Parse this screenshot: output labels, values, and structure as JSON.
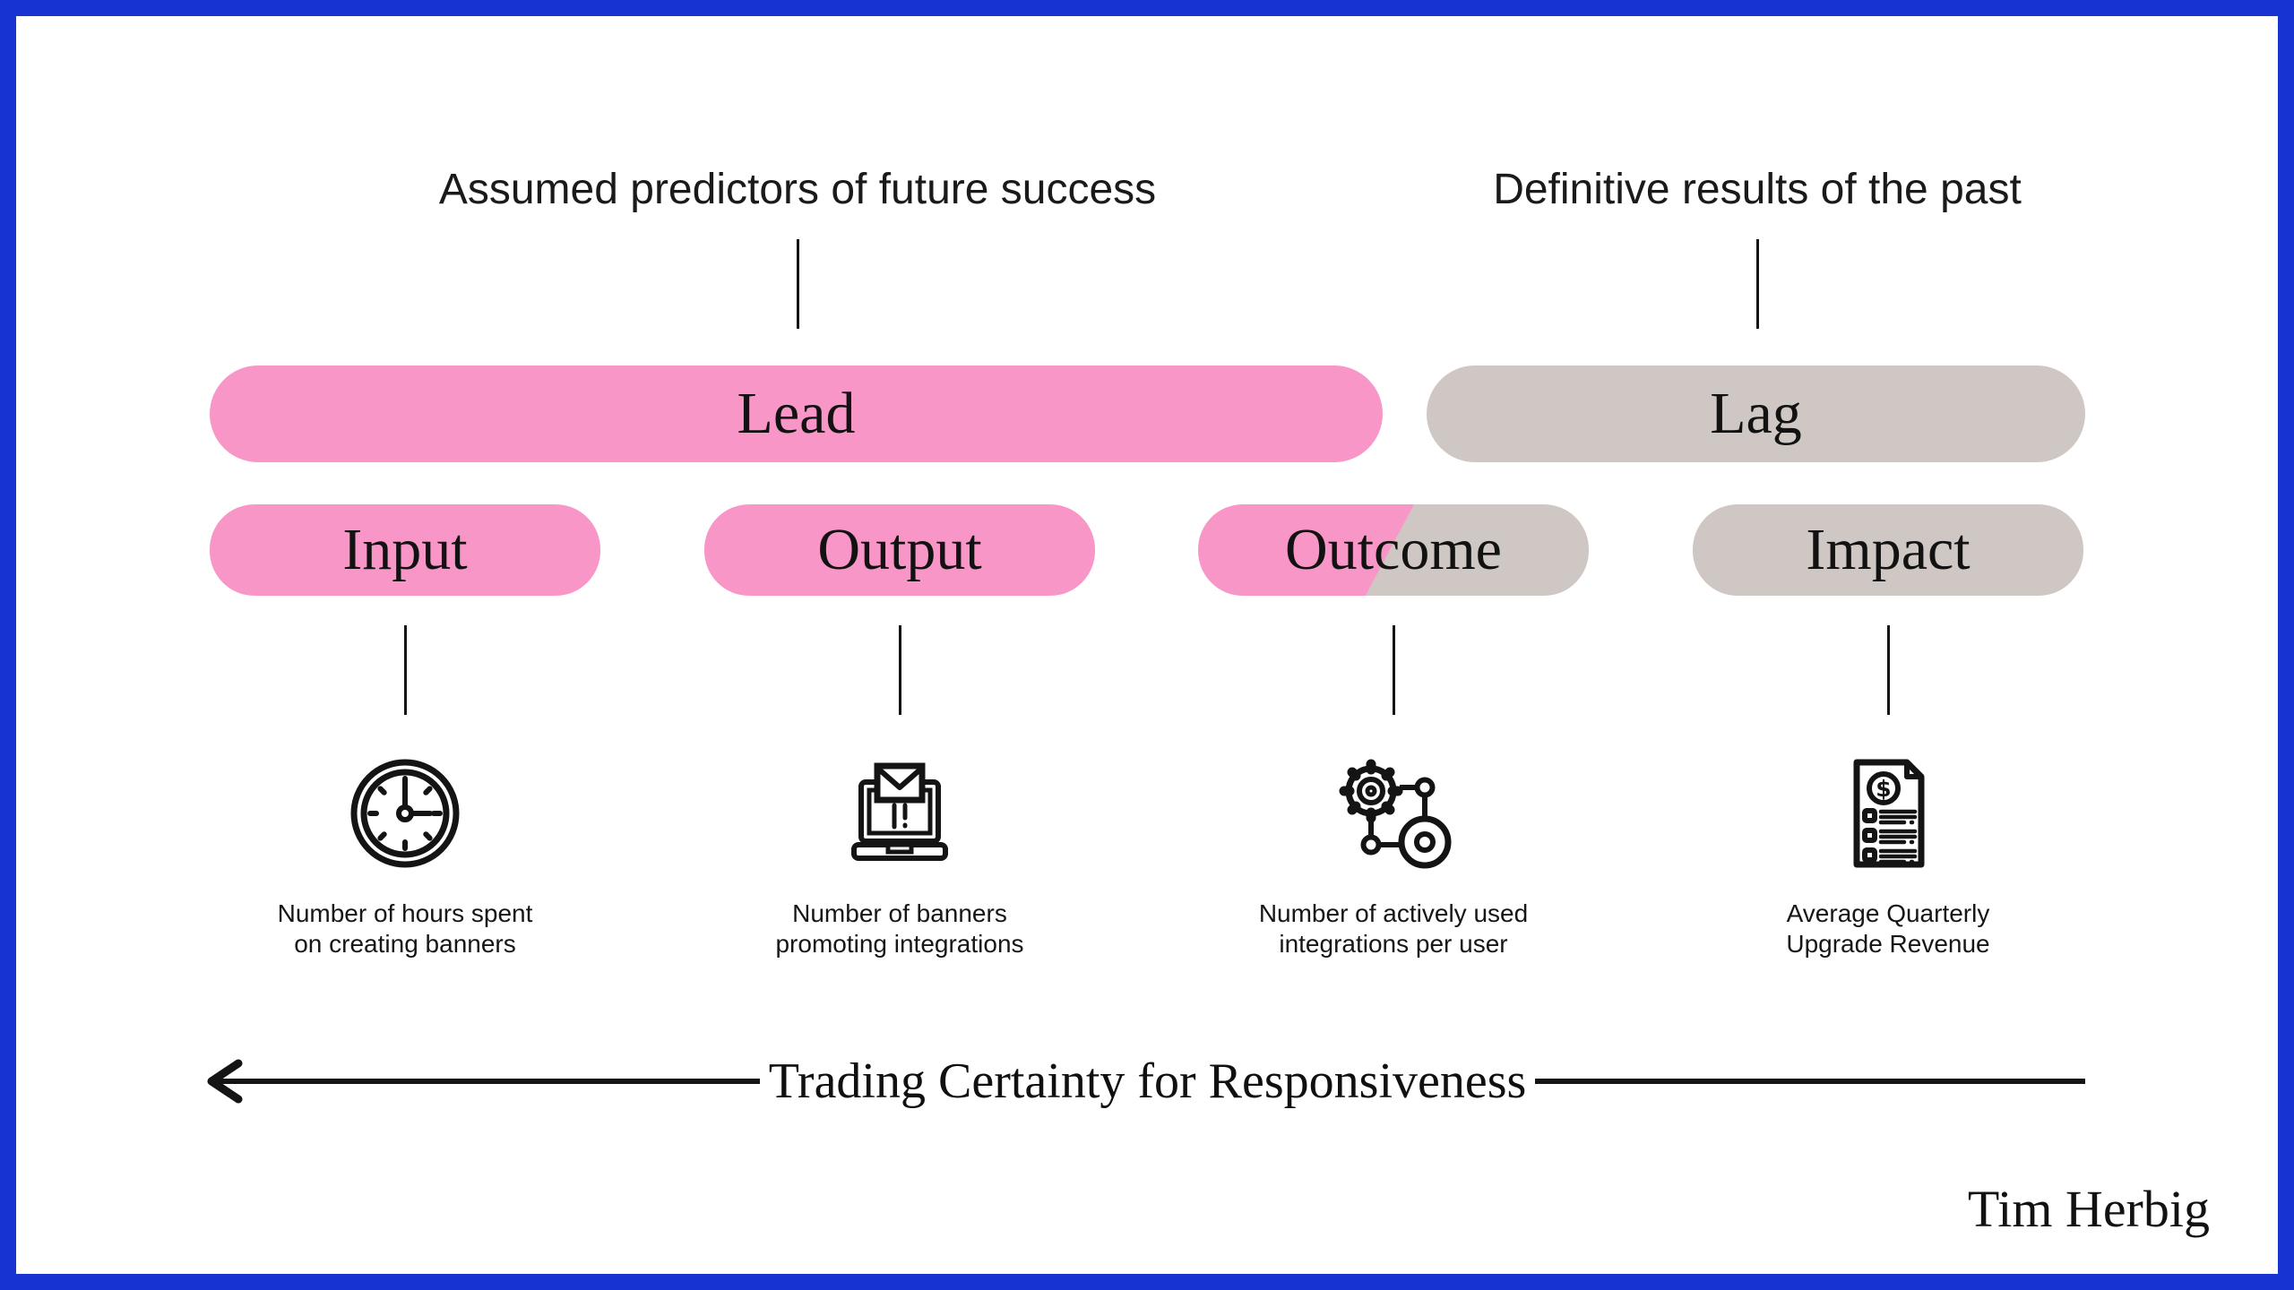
{
  "colors": {
    "frame_blue": "#1733d1",
    "pink": "#f896c7",
    "taupe": "#cfc7c3",
    "ink": "#141414"
  },
  "annotations": {
    "lead_note": "Assumed predictors of future success",
    "lag_note": "Definitive results of the past"
  },
  "tiers": {
    "lead": "Lead",
    "lag": "Lag"
  },
  "stages": [
    {
      "label": "Input",
      "icon": "clock-icon",
      "caption": [
        "Number of hours spent",
        "on creating banners"
      ]
    },
    {
      "label": "Output",
      "icon": "laptop-email-icon",
      "caption": [
        "Number of banners",
        "promoting integrations"
      ]
    },
    {
      "label": "Outcome",
      "icon": "integrations-gear-icon",
      "caption": [
        "Number of actively used",
        "integrations per user"
      ]
    },
    {
      "label": "Impact",
      "icon": "revenue-report-icon",
      "caption": [
        "Average Quarterly",
        "Upgrade Revenue"
      ]
    }
  ],
  "footer": {
    "axis_label": "Trading Certainty for Responsiveness",
    "credit": "Tim Herbig"
  }
}
